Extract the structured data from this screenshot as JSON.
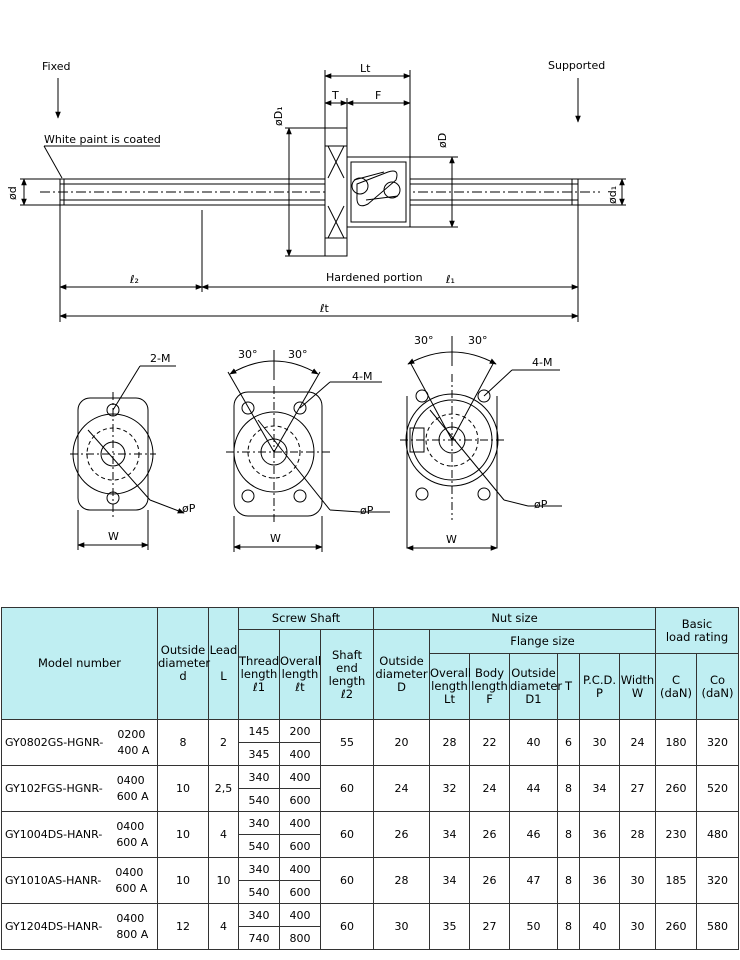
{
  "drawing": {
    "labels": {
      "fixed": "Fixed",
      "supported": "Supported",
      "white_paint": "White paint is coated",
      "lt": "Lt",
      "t": "T",
      "f": "F",
      "od1": "øD₁",
      "od": "øD",
      "phi_d": "ød",
      "phi_d1": "ød₁",
      "l2": "ℓ₂",
      "hardened": "Hardened portion",
      "l1": "ℓ₁",
      "lt_total": "ℓt",
      "angle1": "30°",
      "angle2": "30°",
      "m2": "2-M",
      "m4a": "4-M",
      "m4b": "4-M",
      "p": "øP",
      "w": "W"
    }
  },
  "table": {
    "headers": {
      "model": "Model number",
      "outside_diameter": "Outside\ndiameter\nd",
      "lead": "Lead\n\nL",
      "screw_shaft": "Screw Shaft",
      "thread_length": "Thread\nlength\nℓ1",
      "overall_length": "Overall\nlength\nℓt",
      "shaft_end_length": "Shaft\nend\nlength\nℓ2",
      "nut_size": "Nut size",
      "nut_outside_diameter": "Outside\ndiameter\nD",
      "flange_size": "Flange size",
      "nut_overall_length": "Overall\nlength\nLt",
      "body_length": "Body\nlength\nF",
      "flange_outside_diameter": "Outside\ndiameter\nD1",
      "t": "T",
      "pcd": "P.C.D.\nP",
      "width": "Width\nW",
      "basic_load_rating": "Basic\nload rating",
      "c": "C\n(daN)",
      "co": "Co\n(daN)"
    },
    "rows": [
      {
        "model": "GY0802GS-HGNR-",
        "suffix": "0200\n400 A",
        "d": "8",
        "lead": "2",
        "sub": [
          {
            "l1": "145",
            "lt": "200"
          },
          {
            "l1": "345",
            "lt": "400"
          }
        ],
        "l2": "55",
        "D": "20",
        "Lt": "28",
        "F": "22",
        "D1": "40",
        "T": "6",
        "P": "30",
        "W": "24",
        "C": "180",
        "Co": "320"
      },
      {
        "model": "GY102FGS-HGNR-",
        "suffix": "0400\n600 A",
        "d": "10",
        "lead": "2,5",
        "sub": [
          {
            "l1": "340",
            "lt": "400"
          },
          {
            "l1": "540",
            "lt": "600"
          }
        ],
        "l2": "60",
        "D": "24",
        "Lt": "32",
        "F": "24",
        "D1": "44",
        "T": "8",
        "P": "34",
        "W": "27",
        "C": "260",
        "Co": "520"
      },
      {
        "model": "GY1004DS-HANR-",
        "suffix": "0400\n600 A",
        "d": "10",
        "lead": "4",
        "sub": [
          {
            "l1": "340",
            "lt": "400"
          },
          {
            "l1": "540",
            "lt": "600"
          }
        ],
        "l2": "60",
        "D": "26",
        "Lt": "34",
        "F": "26",
        "D1": "46",
        "T": "8",
        "P": "36",
        "W": "28",
        "C": "230",
        "Co": "480"
      },
      {
        "model": "GY1010AS-HANR-",
        "suffix": "0400\n600 A",
        "d": "10",
        "lead": "10",
        "sub": [
          {
            "l1": "340",
            "lt": "400"
          },
          {
            "l1": "540",
            "lt": "600"
          }
        ],
        "l2": "60",
        "D": "28",
        "Lt": "34",
        "F": "26",
        "D1": "47",
        "T": "8",
        "P": "36",
        "W": "30",
        "C": "185",
        "Co": "320"
      },
      {
        "model": "GY1204DS-HANR-",
        "suffix": "0400\n800 A",
        "d": "12",
        "lead": "4",
        "sub": [
          {
            "l1": "340",
            "lt": "400"
          },
          {
            "l1": "740",
            "lt": "800"
          }
        ],
        "l2": "60",
        "D": "30",
        "Lt": "35",
        "F": "27",
        "D1": "50",
        "T": "8",
        "P": "40",
        "W": "30",
        "C": "260",
        "Co": "580"
      }
    ]
  },
  "colors": {
    "header_bg": "#bfeef2",
    "line": "#000000"
  }
}
